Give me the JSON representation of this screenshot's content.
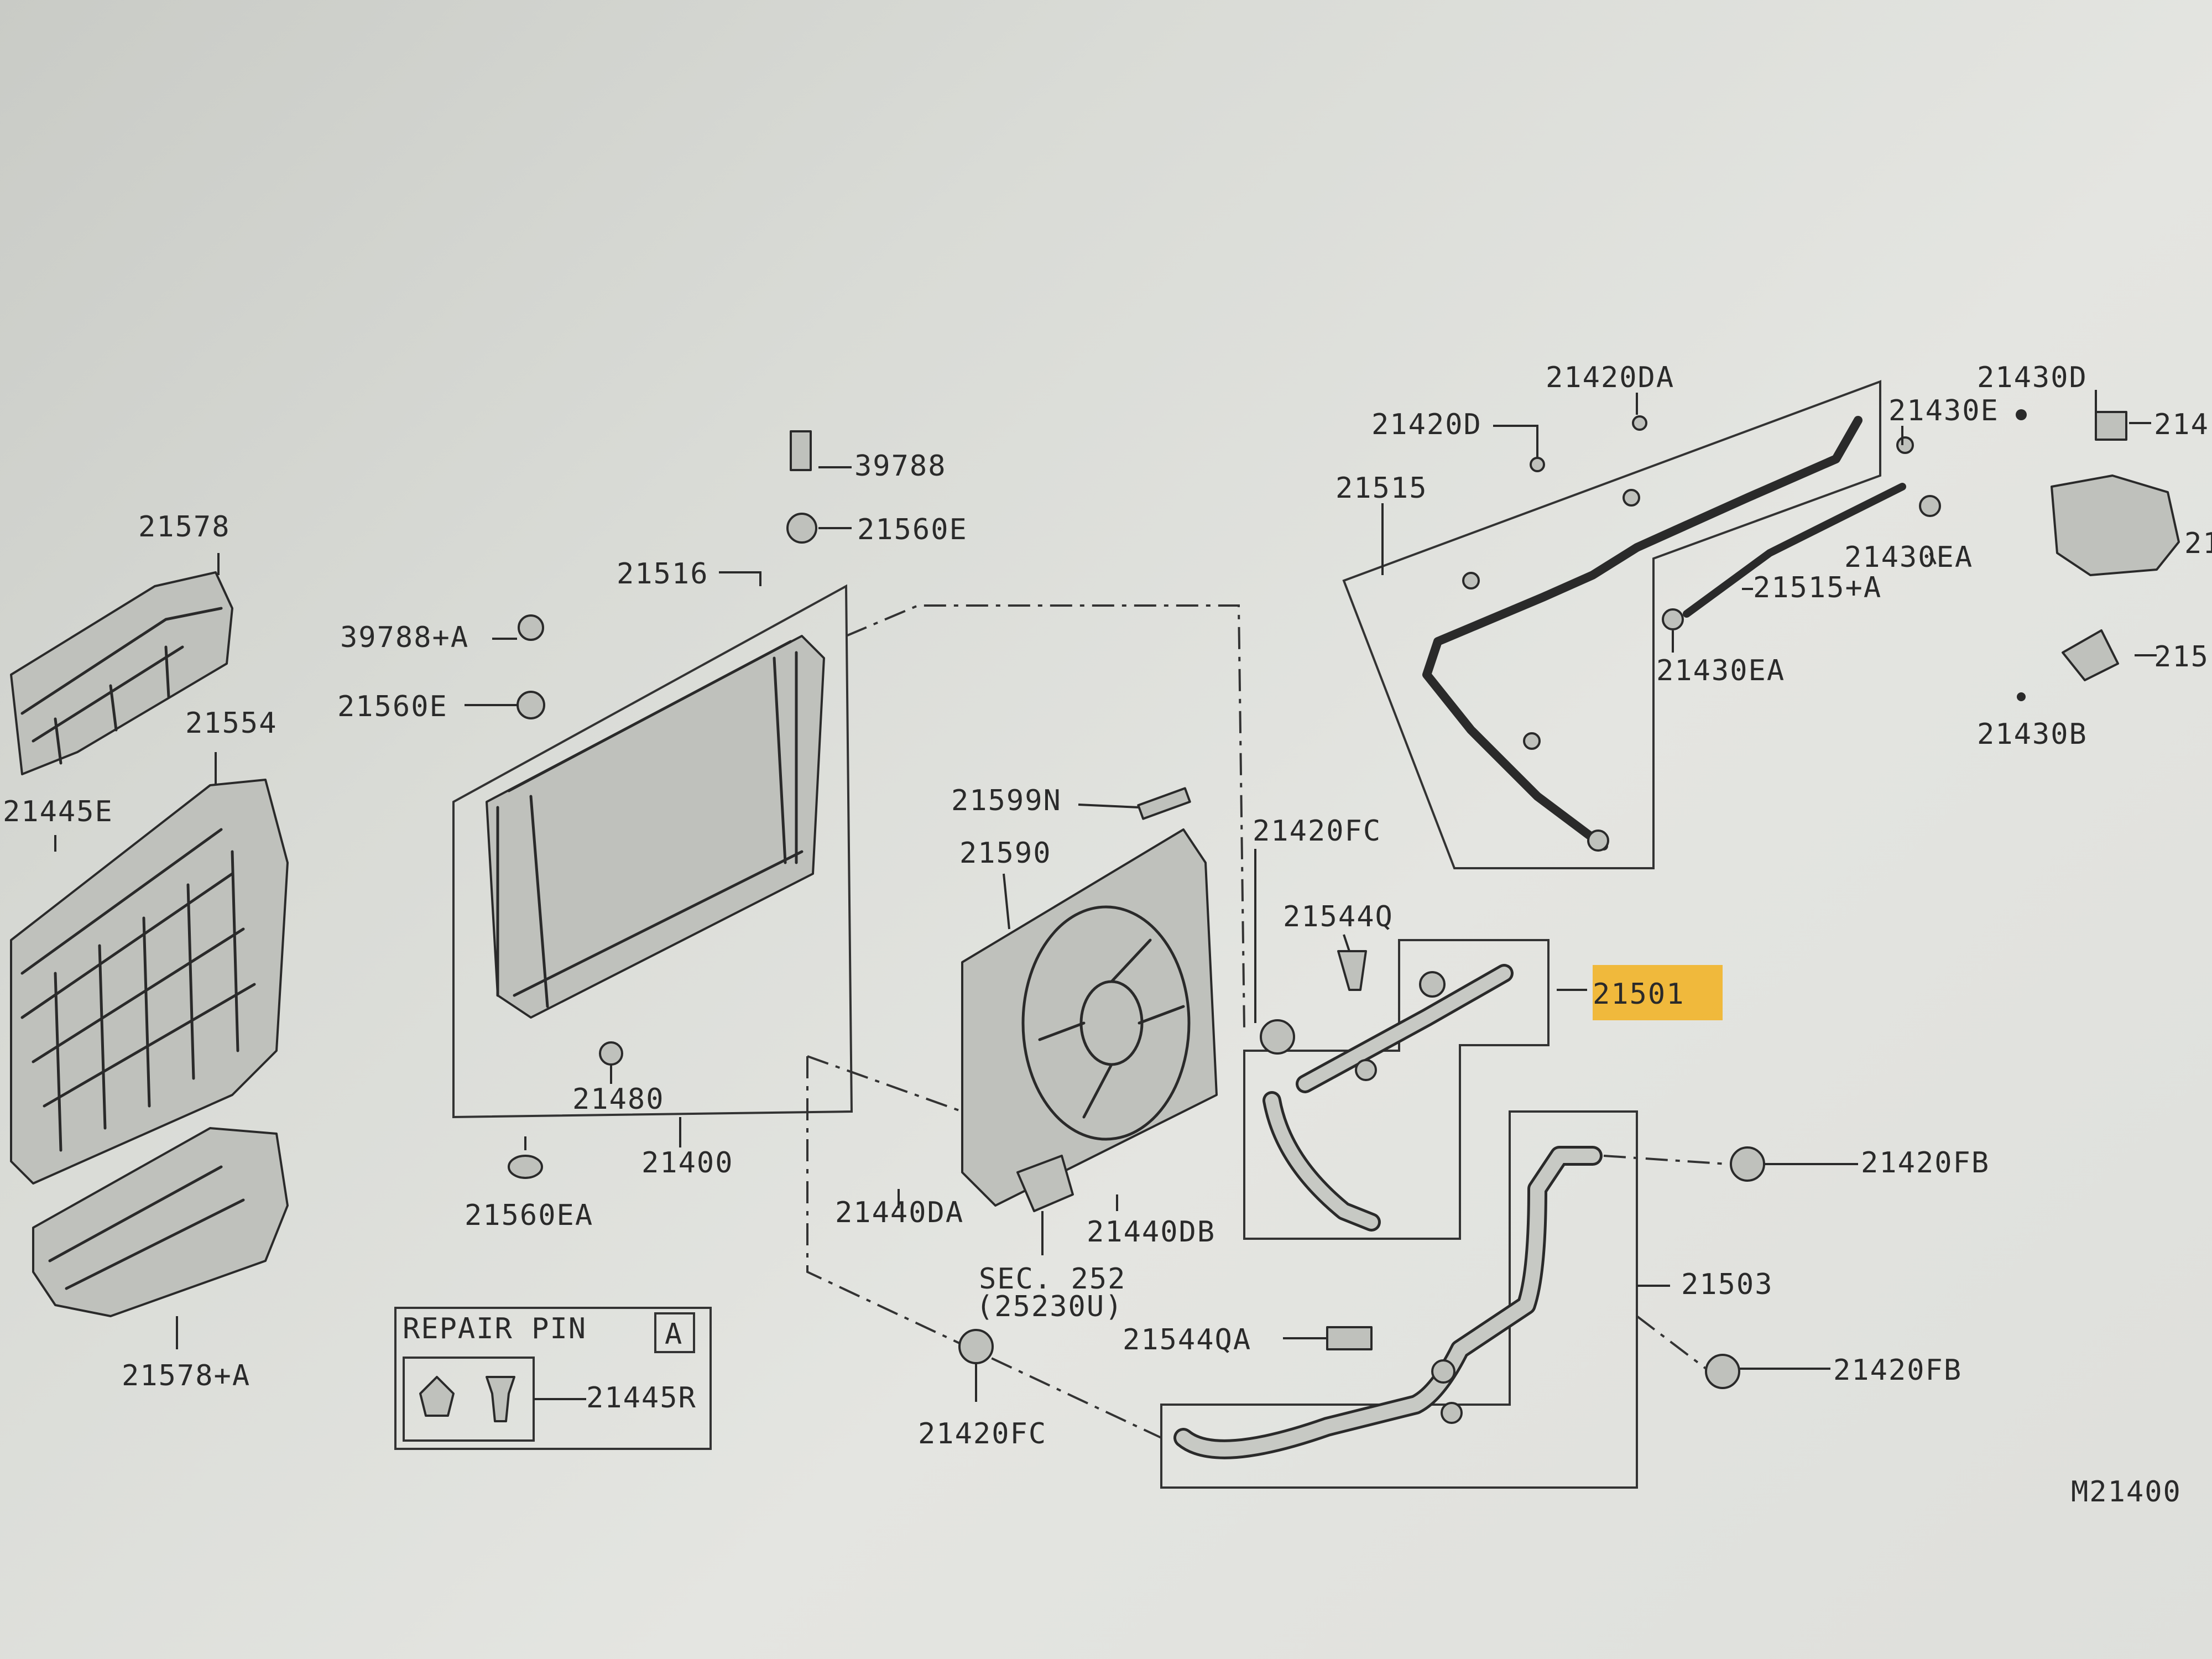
{
  "diagram": {
    "labels": {
      "p21578": "21578",
      "p21554": "21554",
      "p21445e": "21445E",
      "p21578a": "21578+A",
      "p39788": "39788",
      "p21560e_top": "21560E",
      "p21516": "21516",
      "p39788a": "39788+A",
      "p21560e_left": "21560E",
      "p21480": "21480",
      "p21400": "21400",
      "p21560ea": "21560EA",
      "p21599n": "21599N",
      "p21590": "21590",
      "p21440da": "21440DA",
      "p21440db": "21440DB",
      "sec252": "SEC. 252",
      "sec252_ref": "(25230U)",
      "p21420fc_top": "21420FC",
      "p21544q": "21544Q",
      "p21501": "21501",
      "p21420da": "21420DA",
      "p21420d": "21420D",
      "p21515": "21515",
      "p21430e": "21430E",
      "p21430ea_top": "21430EA",
      "p21515a": "21515+A",
      "p21430ea_bottom": "21430EA",
      "p21430d": "21430D",
      "p214_cut": "214",
      "p21_cut": "21",
      "p215_cut": "215",
      "p21430b": "21430B",
      "p21420fb_top": "21420FB",
      "p21503": "21503",
      "p21544qa": "21544QA",
      "p21420fb_bottom": "21420FB",
      "p21420fc_bottom": "21420FC",
      "repair_pin_title": "REPAIR PIN",
      "repair_pin_ref": "A",
      "p21445r": "21445R",
      "diagram_code": "M21400"
    },
    "highlight_color": "#f2b21e"
  }
}
